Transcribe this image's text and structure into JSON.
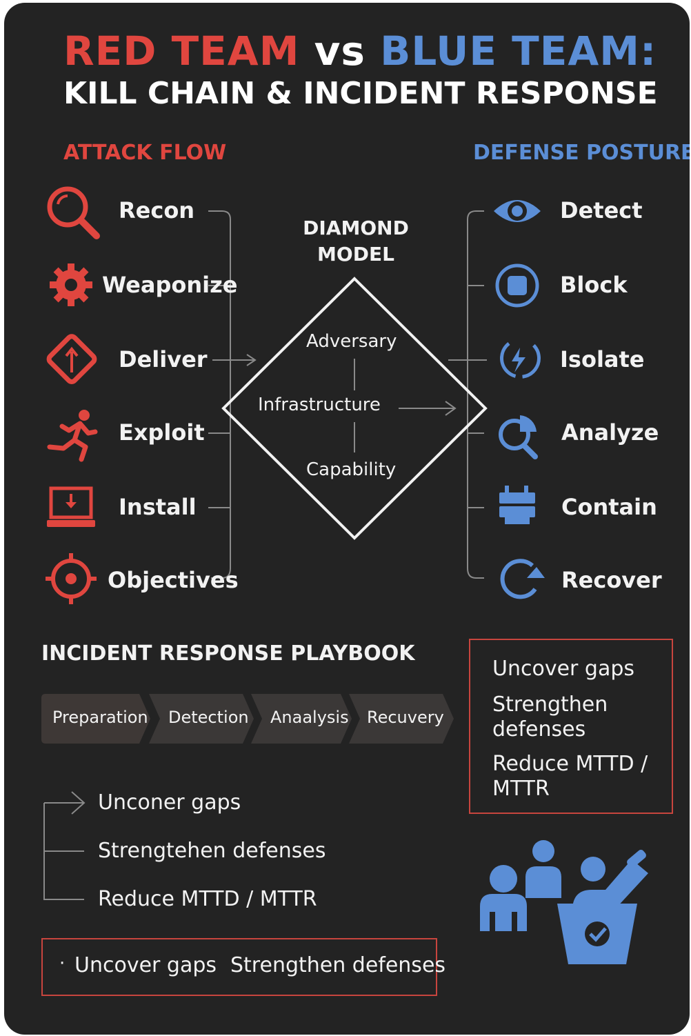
{
  "title": {
    "red": "RED TEAM",
    "vs": "vs",
    "blue": "BLUE TEAM:",
    "subtitle": "KILL CHAIN & INCIDENT RESPONSE"
  },
  "attack": {
    "heading": "ATTACK FLOW",
    "steps": [
      "Recon",
      "Weaponize",
      "Deliver",
      "Exploit",
      "Install",
      "Objectives"
    ]
  },
  "defense": {
    "heading": "DEFENSE POSTURE",
    "steps": [
      "Detect",
      "Block",
      "Isolate",
      "Analyze",
      "Contain",
      "Recover"
    ]
  },
  "diamond": {
    "title_line1": "DIAMOND",
    "title_line2": "MODEL",
    "adversary": "Adversary",
    "infrastructure": "Infrastructure",
    "capability": "Capability"
  },
  "playbook": {
    "heading": "INCIDENT RESPONSE PLAYBOOK",
    "phases": [
      "Preparation",
      "Detection",
      "Anaalysis",
      "Recuvery"
    ],
    "bullets": [
      "Unconer gaps",
      "Strengtehen defenses",
      "Reduce MTTD / MTTR"
    ],
    "bottom_box": {
      "dot": "·",
      "item1": "Uncover gaps",
      "item2": "Strengthen defenses"
    }
  },
  "goals_box": {
    "item1": "Uncover gaps",
    "item2_line1": "Strengthen",
    "item2_line2": "defenses",
    "item3_line1": "Reduce MTTD /",
    "item3_line2": "MTTR"
  },
  "colors": {
    "background": "#232323",
    "red": "#e0463f",
    "blue": "#5b8ed6",
    "text": "#f2f2f2",
    "chevron": "#3b3837"
  },
  "icons": {
    "attack": [
      "magnifier-icon",
      "gear-icon",
      "delivery-diamond-icon",
      "running-person-icon",
      "laptop-download-icon",
      "target-icon"
    ],
    "defense": [
      "eye-icon",
      "stop-icon",
      "lightning-circle-icon",
      "analyze-chart-icon",
      "contain-icon",
      "refresh-icon"
    ],
    "team": "team-analyst-icon"
  }
}
